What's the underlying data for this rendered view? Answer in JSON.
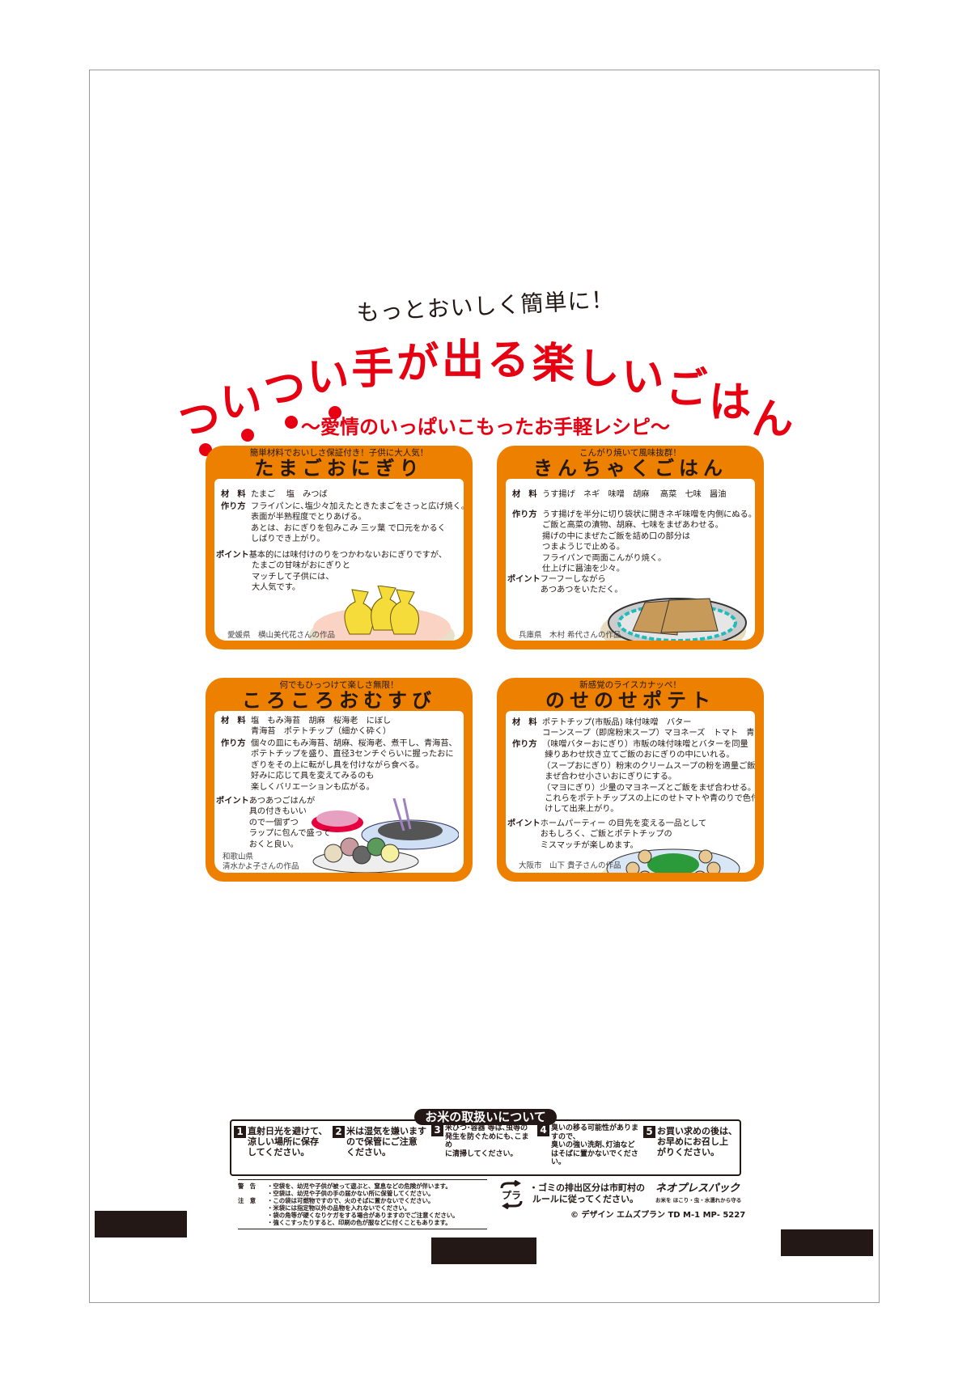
{
  "header": {
    "subtitle": "もっとおいしく簡単に！",
    "title": "ついつい手が出る楽しいごはん",
    "tagline": "～愛情のいっぱいこもったお手軽レシピ～",
    "accent_color": "#e60012"
  },
  "card_color": "#ee8000",
  "recipes": [
    {
      "catch": "簡単材料でおいしさ保証付き！子供に大人気！",
      "title": "たまごおにぎり",
      "ingredients_label": "材　料",
      "ingredients": "たまご　 塩　みつば",
      "method_label": "作り方",
      "method": "フライパンに､塩少々加えたときたまごをさっと広げ焼く。\n表面が半熟程度でとりあげる。\nあとは、おにぎりを包みこみ 三ッ葉 で口元をかるく\nしばりでき上がり。",
      "point_label": "ポイント",
      "point": "基本的には味付けのりをつかわないおにぎりですが、\n たまごの甘味がおにぎりと\n マッチして子供には、\n 大人気です。",
      "credit": "愛媛県　横山美代花さんの作品",
      "illustration": "egg-wrapped-onigiri-on-plate"
    },
    {
      "catch": "こんがり焼いて風味抜群！",
      "title": "きんちゃくごはん",
      "ingredients_label": "材　料",
      "ingredients": "うす揚げ　ネギ　味噌　胡麻　 高菜　七味　醤油",
      "method_label": "作り方",
      "method": "うす揚げを半分に切り袋状に開きネギ味噌を内側にぬる。\nご飯と高菜の漬物、胡麻、七味をまぜあわせる。\n揚げの中にまぜたご飯を詰め口の部分は\nつまようじで止める。\nフライパンで両面こんがり焼く。\n仕上げに醤油を少々。",
      "point_label": "ポイント",
      "point": "フーフーしながら\nあつあつをいただく。",
      "credit": "兵庫県　木村 希代さんの作品",
      "illustration": "fried-tofu-pouches-on-plate"
    },
    {
      "catch": "何でもひっつけて楽しさ無限！",
      "title": "ころころおむすび",
      "ingredients_label": "材　料",
      "ingredients": "塩　もみ海苔　胡麻　桜海老　にぼし\n青海苔　ポテトチップ（細かく砕く）",
      "method_label": "作り方",
      "method": "個々の皿にもみ海苔、胡麻、桜海老、煮干し、青海苔、\nポテトチップを盛り、直径3センチぐらいに握ったおに\nぎりをその上に転がし具を付けながら食べる。\n好みに応じて具を変えてみるのも\n楽しくバリエーションも広がる。",
      "point_label": "ポイント",
      "point": "あつあつごはんが\n具の付きもいい\nので一個ずつ\nラップに包んで盛って\nおくと良い。",
      "credit": "和歌山県\n清水かよ子さんの作品",
      "illustration": "rolled-rice-balls-with-chopsticks"
    },
    {
      "catch": "新感覚のライスカナッペ！",
      "title": "のせのせポテト",
      "ingredients_label": "材　料",
      "ingredients": "ポテトチップ(市販品) 味付味噌　バター\nコーンスープ（即席粉末スープ）マヨネーズ　トマト　青のり",
      "method_label": "作り方",
      "method": "（味噌バターおにぎり）市販の味付味噌とバターを同量\n 練りあわせ炊き立てご飯のおにぎりの中にいれる。\n（スープおにぎり）粉末のクリームスープの粉を適量ご飯と\n まぜ合わせ小さいおにぎりにする。\n（マヨにぎり）少量のマヨネーズとご飯をまぜ合わせる。\n これらをポテトチップスの上にのせトマトや青のりで色付\n けして出来上がり。",
      "point_label": "ポイント",
      "point": "ホームパーティー の目先を変える一品として\nおもしろく、ご飯とポテトチップの\nミスマッチが楽しめます。",
      "credit": "大阪市　山下 貴子さんの作品",
      "illustration": "potato-chip-canapes-on-plate"
    }
  ],
  "handling": {
    "title": "お米の取扱いについて",
    "items": [
      {
        "num": "1",
        "text": "直射日光を避けて、\n涼しい場所に保存\nしてください。"
      },
      {
        "num": "2",
        "text": "米は湿気を嫌います\nので保管にご注意\nください。"
      },
      {
        "num": "3",
        "text": "米びつ･容器 等は､虫等の\n発生を防ぐためにも､こまめ\nに清掃してください｡"
      },
      {
        "num": "4",
        "text": "臭いの移る可能性がありますので､\n臭いの強い洗剤､灯油など\nはそばに置かないでください｡"
      },
      {
        "num": "5",
        "text": "お買い求めの後は、\nお早めにお召し上\nがりください。"
      }
    ]
  },
  "warnings": {
    "label_warning": "警　告",
    "label_caution": "注　意",
    "lines": [
      "・空袋を、幼児や子供が被って遊ぶと、窒息などの危険が伴います。",
      "・空袋は、幼児や子供の手の届かない所に保管してください。",
      "・この袋は可燃物ですので、火のそばに置かないでください。",
      "・米袋には指定物以外の品物を入れないでください。",
      "・袋の角等が硬くなりケガをする場合がありますのでご注意ください。",
      "・強くこすったりすると、印刷の色が服などに付くこともあります。"
    ]
  },
  "recycle": {
    "mark": "プラ",
    "icon": "plastic-recycle-icon",
    "text": "・ゴミの排出区分は市町村の\n ルールに従ってください。"
  },
  "brand": {
    "name": "ネオプレスパック",
    "tagline": "お米を ほこり・虫・水濡れから守る"
  },
  "copyright": "© デザイン エムズプラン  TD  M-1  MP- 5227"
}
